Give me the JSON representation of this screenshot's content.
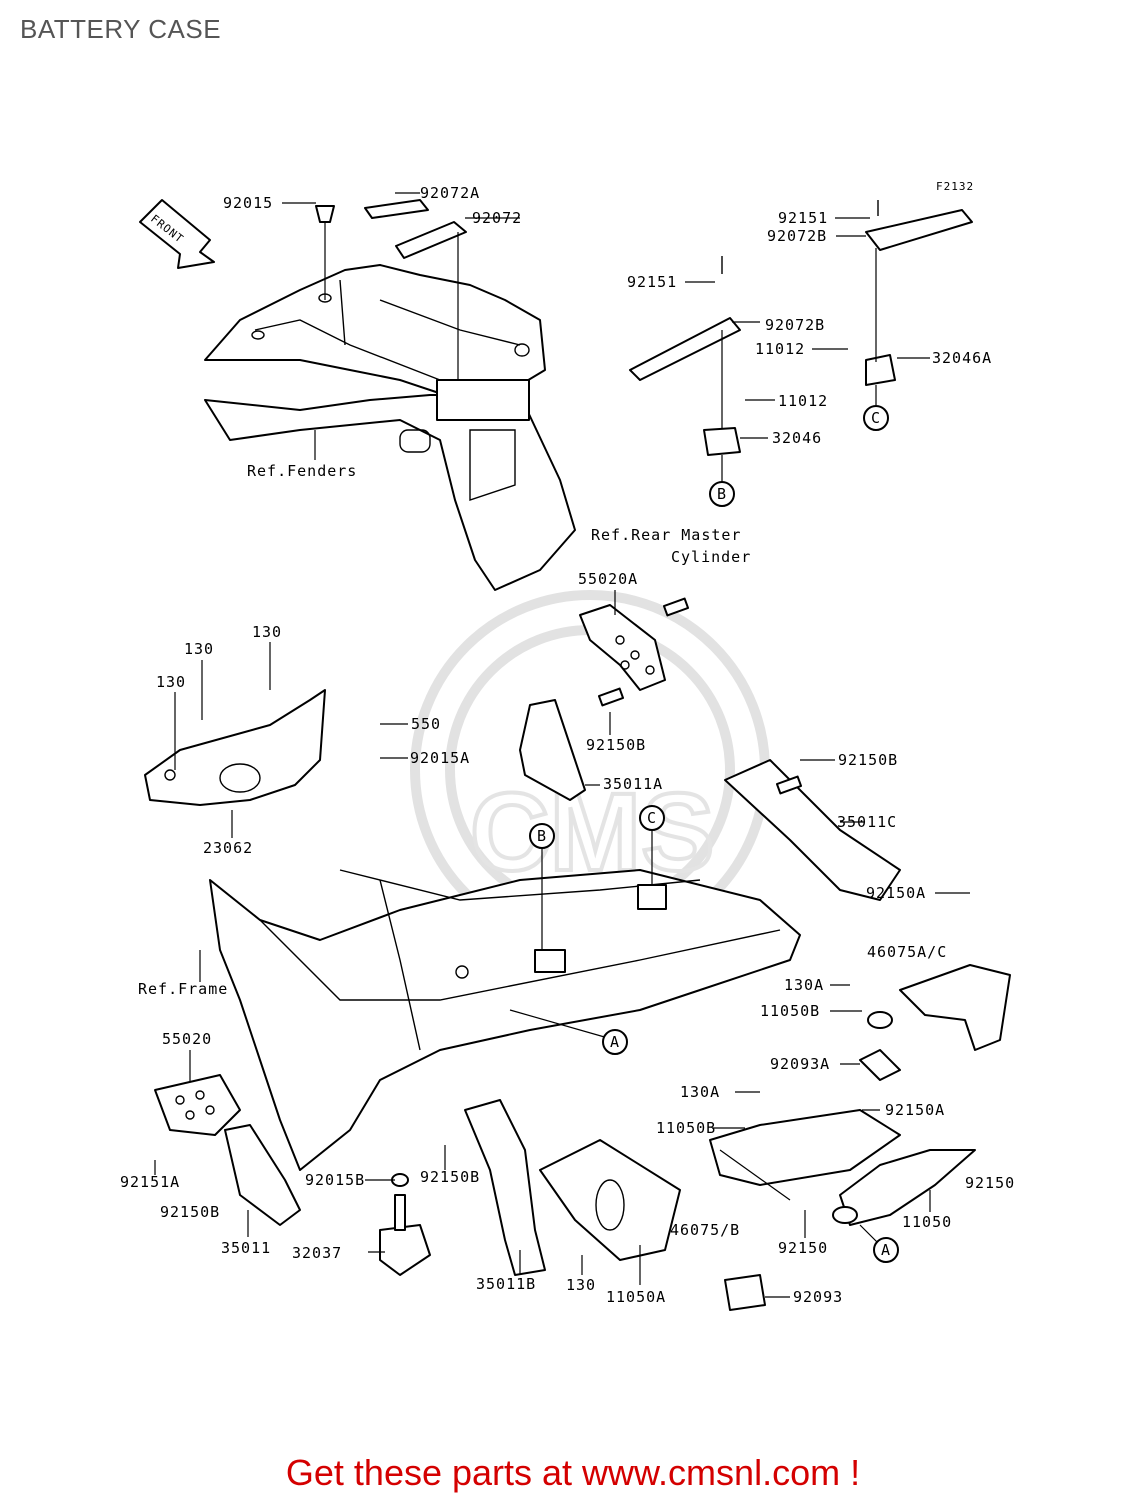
{
  "title": "BATTERY CASE",
  "figure_code": "F2132",
  "front_label": "FRONT",
  "callouts": {
    "A": "A",
    "B": "B",
    "C": "C"
  },
  "references": {
    "fenders": "Ref.Fenders",
    "rear_master_1": "Ref.Rear Master",
    "rear_master_2": "Cylinder",
    "frame": "Ref.Frame"
  },
  "parts": {
    "p92015": "92015",
    "p92072A": "92072A",
    "p92072": "92072",
    "p92151_top": "92151",
    "p92072B_top": "92072B",
    "p92151_mid": "92151",
    "p92072B_mid": "92072B",
    "p11012_a": "11012",
    "p32046A": "32046A",
    "p11012_b": "11012",
    "p32046": "32046",
    "p55020A": "55020A",
    "p130_a": "130",
    "p130_b": "130",
    "p130_c": "130",
    "p550": "550",
    "p92015A": "92015A",
    "p92150B_a": "92150B",
    "p35011A": "35011A",
    "p92150B_b": "92150B",
    "p35011C": "35011C",
    "p23062": "23062",
    "p92150A_a": "92150A",
    "p46075AC": "46075A/C",
    "p130A_a": "130A",
    "p11050B_a": "11050B",
    "p55020": "55020",
    "p92093A": "92093A",
    "p130A_b": "130A",
    "p92150A_b": "92150A",
    "p11050B_b": "11050B",
    "p92151A": "92151A",
    "p92015B": "92015B",
    "p92150B_c": "92150B",
    "p92150_a": "92150",
    "p92150B_d": "92150B",
    "p46075B": "46075/B",
    "p11050": "11050",
    "p92150_b": "92150",
    "p35011": "35011",
    "p32037": "32037",
    "p35011B": "35011B",
    "p130_d": "130",
    "p11050A": "11050A",
    "p92093": "92093"
  },
  "footer": "Get these parts at www.cmsnl.com !",
  "colors": {
    "footer": "#d40000",
    "title": "#555555"
  }
}
